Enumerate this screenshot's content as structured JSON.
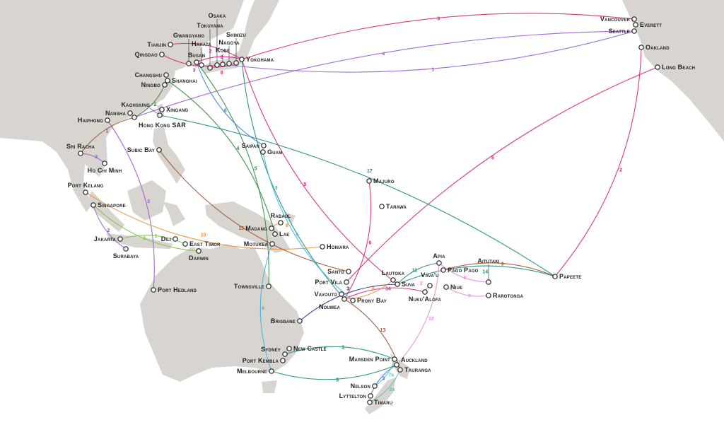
{
  "map": {
    "route_colors": [
      "#d4237a",
      "#9b59d0",
      "#2e8b3d",
      "#1a8a7a",
      "#3a7bd5",
      "#e8913a",
      "#a0522d",
      "#2a2a8a",
      "#e28fd6",
      "#5cc8b0",
      "#38b6e0",
      "#7cc242"
    ],
    "land_color": "#d8d5d0",
    "ports": [
      "Tianjin",
      "Qingdao",
      "Gwangyang",
      "Busan",
      "Hakata",
      "Tokuyama",
      "Osaka",
      "Kobe",
      "Nagoya",
      "Shimizu",
      "Yokohama",
      "Changshu",
      "Shanghai",
      "Ningbo",
      "Nansha",
      "Hong Kong SAR",
      "Xingang",
      "Kaohsiung",
      "Haiphong",
      "Sri Racha",
      "Ho Chi Minh",
      "Subic Bay",
      "Saipan",
      "Guam",
      "Majuro",
      "Tarawa",
      "Port Kelang",
      "Singapore",
      "Jakarta",
      "Surabaya",
      "Dili",
      "East Timor",
      "Darwin",
      "Port Hedland",
      "Rabaul",
      "Madang",
      "Lae",
      "Motukea",
      "Honiara",
      "Townsville",
      "Santo",
      "Port Vila",
      "Vavouto",
      "Noumea",
      "Prony Bay",
      "Lautoka",
      "Suva",
      "Apia",
      "Pago Pago",
      "Vava'u",
      "Niue",
      "Nuku'Alofa",
      "Aitutaki",
      "Rarotonga",
      "Papeete",
      "Brisbane",
      "New Castle",
      "Sydney",
      "Port Kembla",
      "Melbourne",
      "Marsden Point",
      "Auckland",
      "Tauranga",
      "Nelson",
      "Lyttelton",
      "Timaru",
      "Vancouver",
      "Everett",
      "Seattle",
      "Oakland",
      "Long Beach"
    ],
    "routes": [
      {
        "from": "Yokohama",
        "to": "Vancouver",
        "color": 0,
        "label": "6"
      },
      {
        "from": "Kobe",
        "to": "Seattle",
        "color": 1,
        "label": "1"
      },
      {
        "from": "Hong Kong SAR",
        "to": "Seattle",
        "color": 1,
        "label": "4"
      },
      {
        "from": "Long Beach",
        "to": "Port Vila",
        "color": 0,
        "label": "5"
      },
      {
        "from": "Oakland",
        "to": "Papeete",
        "color": 0,
        "label": "2"
      },
      {
        "from": "Yokohama",
        "to": "Suva",
        "color": 0,
        "label": "5"
      },
      {
        "from": "Busan",
        "to": "Townsville",
        "color": 2,
        "label": "5"
      },
      {
        "from": "Yokohama",
        "to": "Noumea",
        "color": 3,
        "label": "7"
      },
      {
        "from": "Shanghai",
        "to": "Lae",
        "color": 2,
        "label": "4"
      },
      {
        "from": "Busan",
        "to": "Saipan",
        "color": 4,
        "label": "6"
      },
      {
        "from": "Kaohsiung",
        "to": "Papeete",
        "color": 3,
        "label": "17"
      },
      {
        "from": "Papeete",
        "to": "Suva",
        "color": 3,
        "label": "14"
      },
      {
        "from": "Majuro",
        "to": "Noumea",
        "color": 0,
        "label": "6"
      },
      {
        "from": "Port Kelang",
        "to": "Honiara",
        "color": 5,
        "label": "10"
      },
      {
        "from": "Haiphong",
        "to": "Port Hedland",
        "color": 1,
        "label": "3"
      },
      {
        "from": "Singapore",
        "to": "Darwin",
        "color": 11,
        "label": "1"
      },
      {
        "from": "Jakarta",
        "to": "East Timor",
        "color": 11,
        "label": "1"
      },
      {
        "from": "Subic Bay",
        "to": "Santo",
        "color": 6,
        "label": "15"
      },
      {
        "from": "Brisbane",
        "to": "Suva",
        "color": 7,
        "label": "3"
      },
      {
        "from": "Melbourne",
        "to": "Auckland",
        "color": 3,
        "label": "5"
      },
      {
        "from": "Sydney",
        "to": "Marsden Point",
        "color": 3,
        "label": "3"
      },
      {
        "from": "Motukea",
        "to": "Melbourne",
        "color": 10,
        "label": "6"
      },
      {
        "from": "Noumea",
        "to": "Tauranga",
        "color": 6,
        "label": "13"
      },
      {
        "from": "Auckland",
        "to": "Apia",
        "color": 8,
        "label": "12"
      },
      {
        "from": "Suva",
        "to": "Apia",
        "color": 3,
        "label": "11"
      },
      {
        "from": "Apia",
        "to": "Aitutaki",
        "color": 8,
        "label": "6"
      },
      {
        "from": "Pago Pago",
        "to": "Papeete",
        "color": 6,
        "label": "3"
      },
      {
        "from": "Nuku'Alofa",
        "to": "Noumea",
        "color": 0,
        "label": "14"
      },
      {
        "from": "Lautoka",
        "to": "Noumea",
        "color": 5,
        "label": "6"
      },
      {
        "from": "Timaru",
        "to": "Tauranga",
        "color": 9,
        "label": "2a"
      },
      {
        "from": "Lyttelton",
        "to": "Auckland",
        "color": 4,
        "label": "3"
      },
      {
        "from": "Nelson",
        "to": "Marsden Point",
        "color": 9,
        "label": "7a"
      },
      {
        "from": "Tianjin",
        "to": "Yokohama",
        "color": 0,
        "label": "2"
      },
      {
        "from": "Qingdao",
        "to": "Kobe",
        "color": 0,
        "label": "3"
      },
      {
        "from": "Busan",
        "to": "Yokohama",
        "color": 0,
        "label": "9"
      },
      {
        "from": "Hakata",
        "to": "Shimizu",
        "color": 0,
        "label": "8"
      },
      {
        "from": "Ningbo",
        "to": "Hong Kong SAR",
        "color": 2,
        "label": "2"
      },
      {
        "from": "Hong Kong SAR",
        "to": "Sri Racha",
        "color": 6,
        "label": "1"
      },
      {
        "from": "Sri Racha",
        "to": "Ho Chi Minh",
        "color": 1,
        "label": "3"
      },
      {
        "from": "Singapore",
        "to": "Surabaya",
        "color": 1,
        "label": "2"
      },
      {
        "from": "Madang",
        "to": "Rabaul",
        "color": 5,
        "label": "8"
      },
      {
        "from": "Guam",
        "to": "Prony Bay",
        "color": 10,
        "label": "5"
      },
      {
        "from": "Rarotonga",
        "to": "Niue",
        "color": 8,
        "label": "9"
      },
      {
        "from": "Vava'u",
        "to": "Nuku'Alofa",
        "color": 8,
        "label": "2"
      }
    ]
  }
}
